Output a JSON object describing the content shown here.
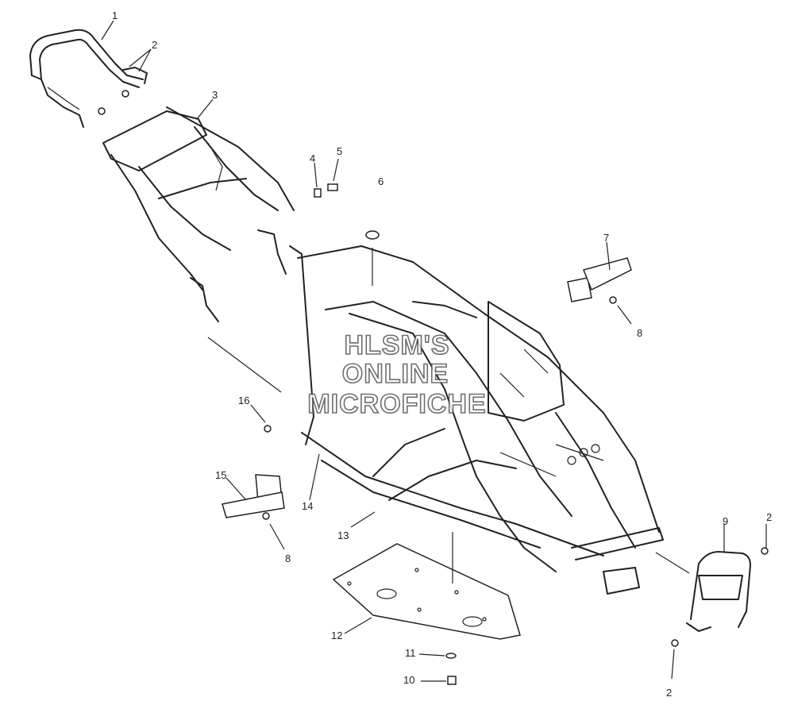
{
  "watermark": {
    "line1": "HLSM'S",
    "line2": "ONLINE",
    "line3": "MICROFICHE"
  },
  "callouts": [
    {
      "id": "c1",
      "label": "1"
    },
    {
      "id": "c2a",
      "label": "2"
    },
    {
      "id": "c3",
      "label": "3"
    },
    {
      "id": "c4",
      "label": "4"
    },
    {
      "id": "c5",
      "label": "5"
    },
    {
      "id": "c6",
      "label": "6"
    },
    {
      "id": "c7",
      "label": "7"
    },
    {
      "id": "c8a",
      "label": "8"
    },
    {
      "id": "c16",
      "label": "16"
    },
    {
      "id": "c15",
      "label": "15"
    },
    {
      "id": "c14",
      "label": "14"
    },
    {
      "id": "c8b",
      "label": "8"
    },
    {
      "id": "c13",
      "label": "13"
    },
    {
      "id": "c9",
      "label": "9"
    },
    {
      "id": "c2b",
      "label": "2"
    },
    {
      "id": "c12",
      "label": "12"
    },
    {
      "id": "c11",
      "label": "11"
    },
    {
      "id": "c10",
      "label": "10"
    },
    {
      "id": "c2c",
      "label": "2"
    }
  ]
}
